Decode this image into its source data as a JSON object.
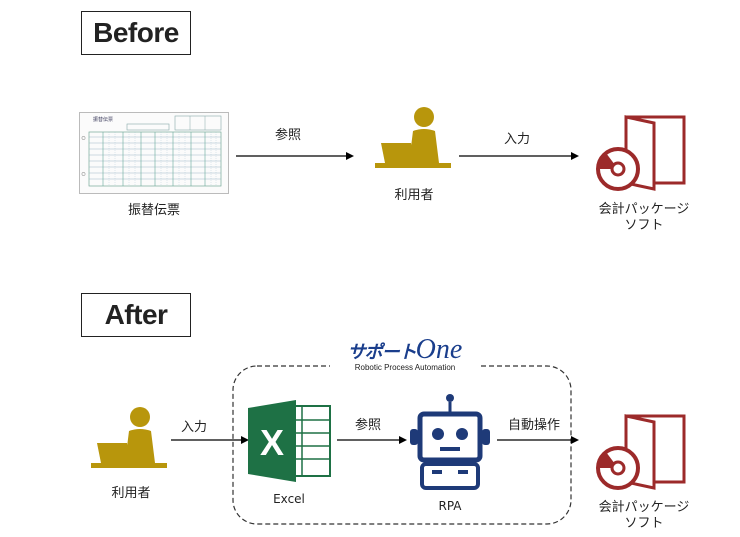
{
  "before": {
    "section_label": "Before",
    "voucher_label": "振替伝票",
    "voucher_form_title": "振替伝票",
    "arrow1_label": "参照",
    "user_label": "利用者",
    "arrow2_label": "入力",
    "software_label": "会計パッケージ\nソフト"
  },
  "after": {
    "section_label": "After",
    "brand": {
      "name_kana": "サポート",
      "name_en": "One",
      "tagline": "Robotic Process Automation"
    },
    "user_label": "利用者",
    "arrow1_label": "入力",
    "excel_label": "Excel",
    "arrow2_label": "参照",
    "rpa_label": "RPA",
    "arrow3_label": "自動操作",
    "software_label": "会計パッケージ\nソフト"
  },
  "colors": {
    "user_icon": "#b8960c",
    "software_icon": "#9c2a2a",
    "excel_green": "#1e7145",
    "rpa_navy": "#1e3a78",
    "brand_blue": "#1a3e8c"
  }
}
